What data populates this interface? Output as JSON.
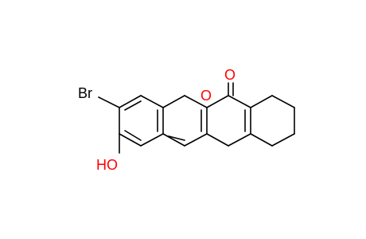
{
  "molecule": {
    "atom_labels": {
      "br": "Br",
      "oh": "HO",
      "ring_o": "O",
      "carbonyl_o": "O"
    },
    "colors": {
      "bond": "#000000",
      "oxygen": "#ff0000",
      "background": "#ffffff"
    }
  }
}
